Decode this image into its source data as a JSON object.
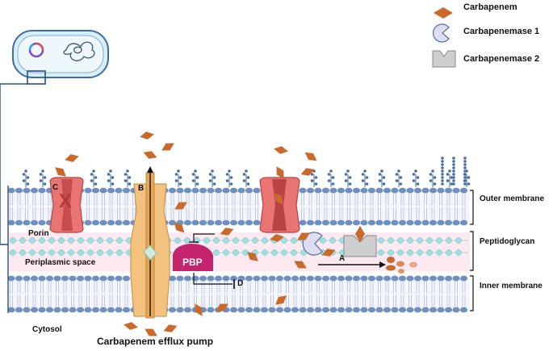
{
  "legend": {
    "carbapenem": "Carbapenem",
    "carbapenemase1": "Carbapenemase 1",
    "carbapenemase2": "Carbapenemase 2"
  },
  "labels": {
    "outer_membrane": "Outer membrane",
    "peptidoglycan": "Peptidoglycan",
    "inner_membrane": "Inner membrane",
    "porin": "Porin",
    "periplasmic_space": "Periplasmic space",
    "cytosol": "Cytosol",
    "efflux_pump": "Carbapenem efflux pump",
    "pbp": "PBP",
    "marker_a": "A",
    "marker_b": "B",
    "marker_c": "C",
    "marker_d": "D",
    "porin_block": "X"
  },
  "colors": {
    "carbapenem": "#c9692c",
    "porin": "#e87474",
    "porin_dark": "#b94444",
    "efflux_pump": "#f2c27e",
    "pbp": "#c4246e",
    "lipid_head": "#6f8fbf",
    "peptidoglycan": "#9edfe0",
    "periplasm": "#fde9f1",
    "enzyme1": "#dcdff2",
    "enzyme2": "#cfcfcf"
  }
}
